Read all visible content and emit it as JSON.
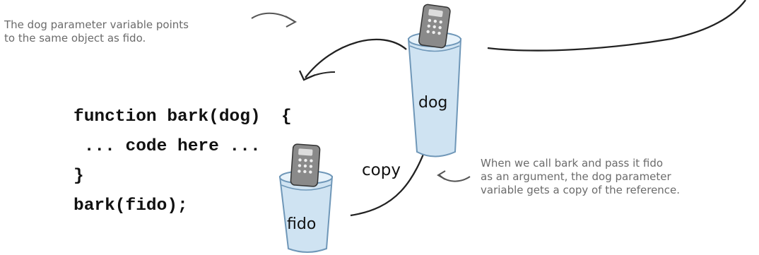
{
  "annotations": {
    "top_left": [
      "The dog parameter variable points",
      "to the same object as fido."
    ],
    "bottom_right": [
      "When we call bark and pass it fido",
      "as an argument, the dog parameter",
      "variable gets a copy of the reference."
    ]
  },
  "code": {
    "line1": "function bark(dog)  {",
    "line2": " ... code here ...",
    "line3": "}",
    "line4": "bark(fido);"
  },
  "cups": {
    "dog_label": "dog",
    "fido_label": "fido"
  },
  "copy_label": "copy",
  "colors": {
    "cup_fill": "#cfe3f2",
    "cup_edge": "#6f97b8",
    "remote": "#8a8a8a",
    "ink": "#222222",
    "note_text": "#6b6b6b"
  }
}
